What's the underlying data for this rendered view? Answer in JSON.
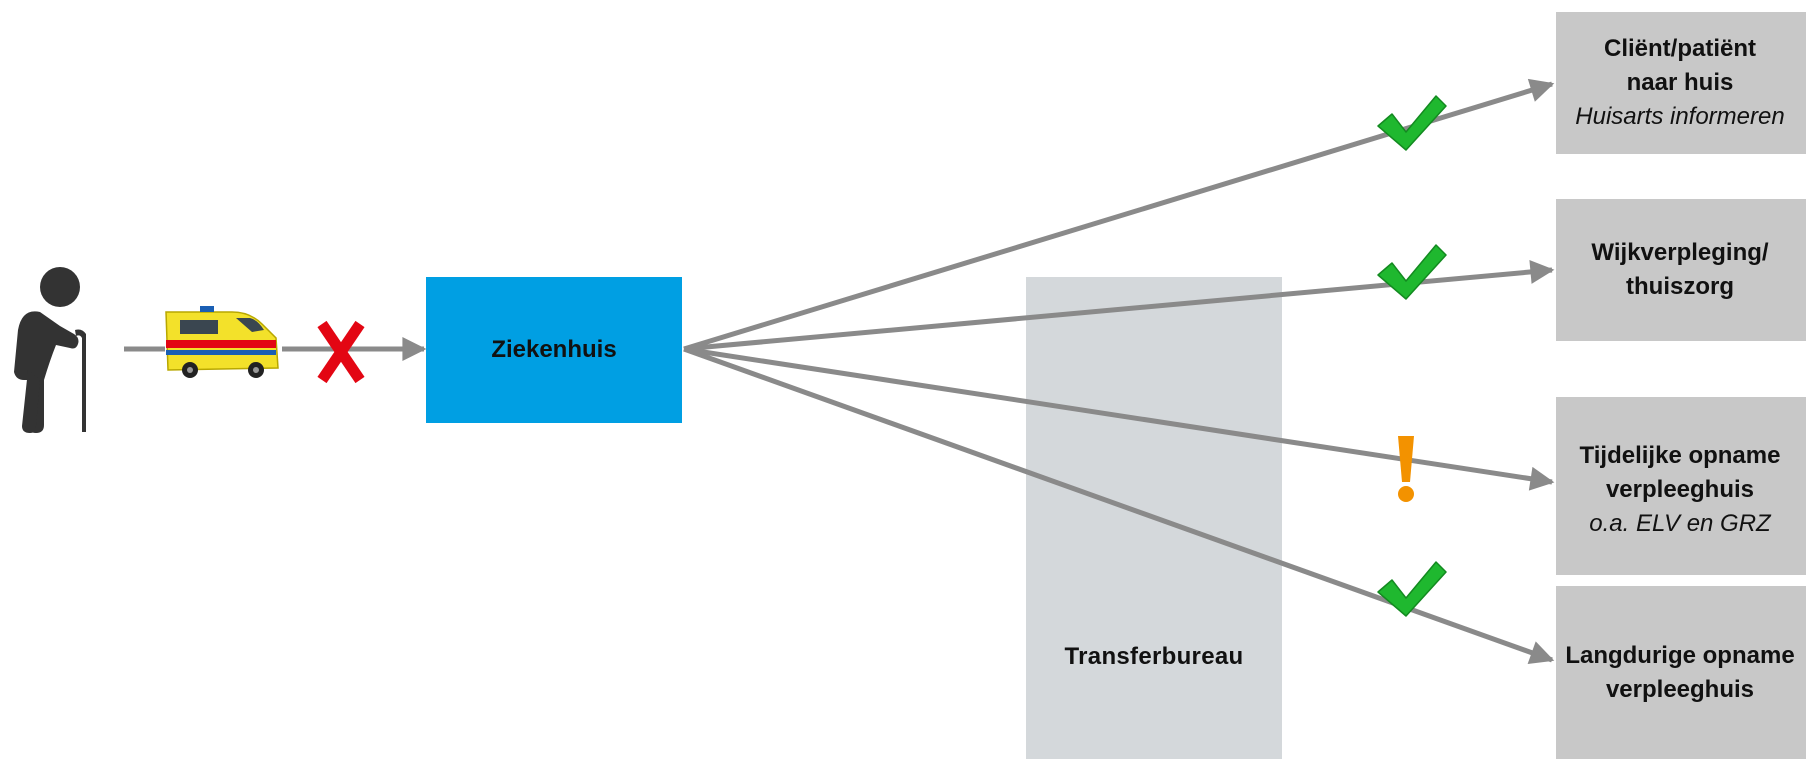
{
  "hospital": {
    "label": "Ziekenhuis"
  },
  "transfer": {
    "label": "Transferbureau"
  },
  "destinations": [
    {
      "title": "Cliënt/patiënt\nnaar huis",
      "subtitle": "Huisarts informeren",
      "status": "check"
    },
    {
      "title": "Wijkverpleging/\nthuiszorg",
      "subtitle": "",
      "status": "check"
    },
    {
      "title": "Tijdelijke opname\nverpleeghuis",
      "subtitle": "o.a. ELV en GRZ",
      "status": "warning"
    },
    {
      "title": "Langdurige opname\nverpleeghuis",
      "subtitle": "",
      "status": "check"
    }
  ],
  "colors": {
    "hospital": "#009fe3",
    "transfer_bureau": "#d4d8db",
    "destination": "#c8c8c8",
    "arrow": "#8a8a8a",
    "check": "#1fb82f",
    "warning": "#f39200",
    "cross": "#e30613"
  },
  "icons": [
    "elderly-person-icon",
    "ambulance-icon",
    "cross-mark-icon",
    "checkmark-icon",
    "exclamation-icon"
  ]
}
